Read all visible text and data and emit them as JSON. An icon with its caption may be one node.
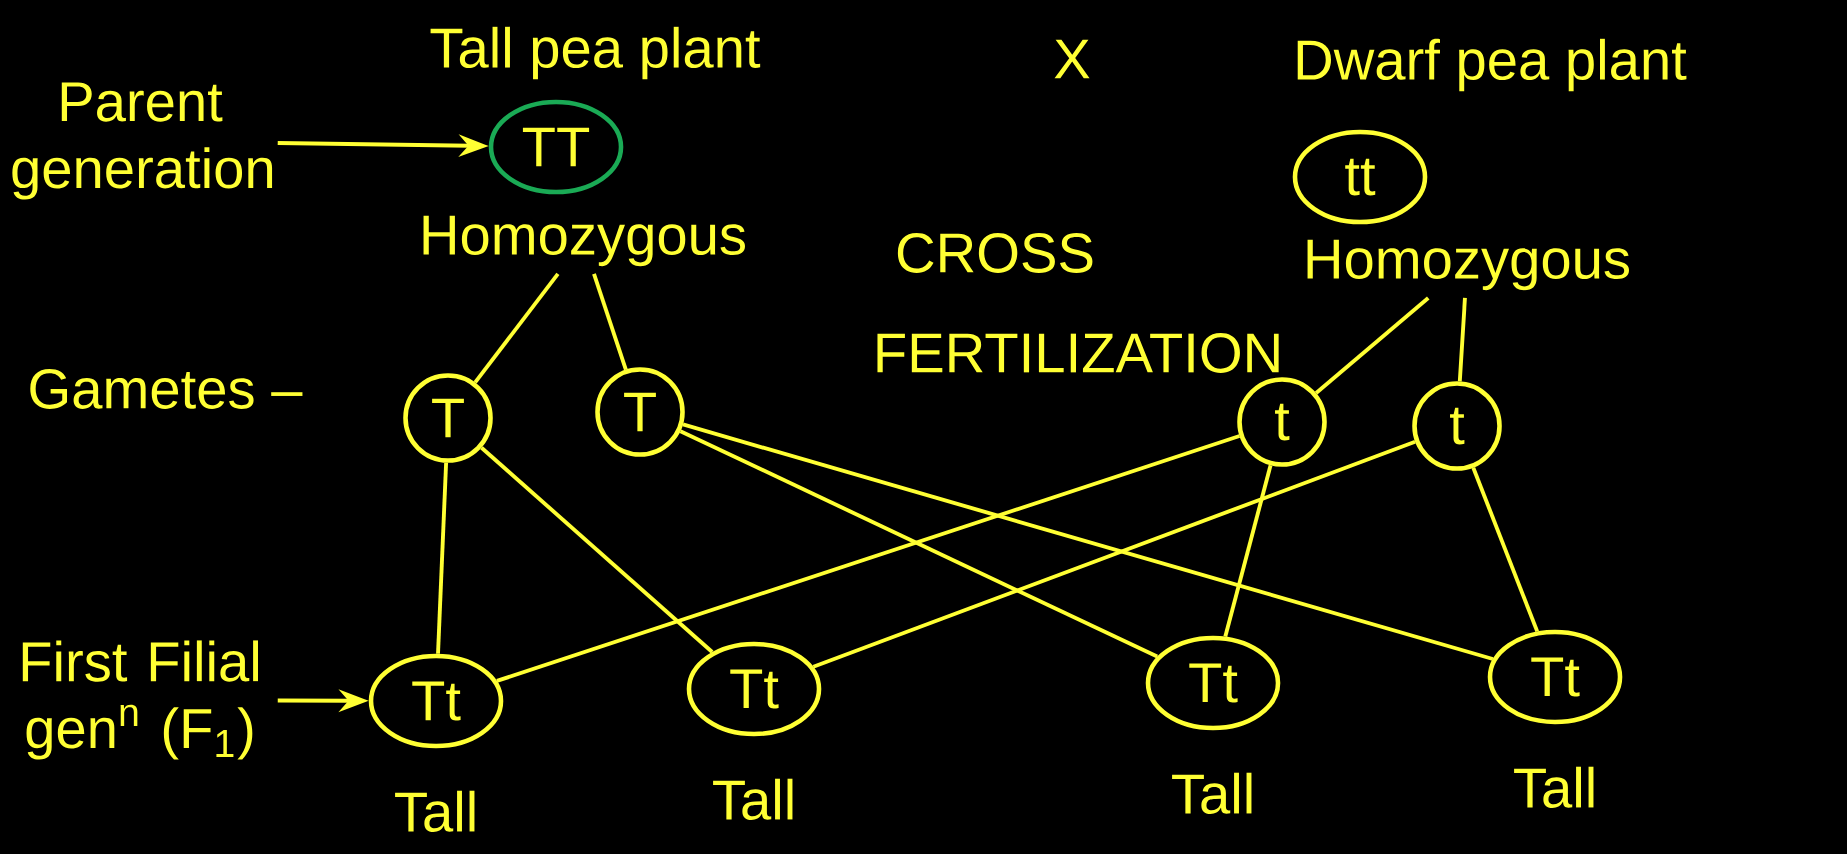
{
  "diagram": {
    "nodes": [
      {
        "text": [
          "Parent generation"
        ]
      },
      {
        "text": [
          "TT"
        ]
      },
      {
        "text": [
          "tt"
        ]
      },
      {
        "text": [
          "Homozygous"
        ]
      },
      {
        "text": [
          "Homozygous"
        ]
      },
      {
        "text": [
          "T"
        ]
      },
      {
        "text": [
          "T"
        ]
      },
      {
        "text": [
          "t"
        ]
      },
      {
        "text": [
          "t"
        ]
      },
      {
        "text": [
          "First Filial gen$^{n}$ (F$_{1}$)"
        ]
      },
      {
        "text": [
          "Tt"
        ],
        "beside": [
          "Tall"
        ]
      },
      {
        "text": [
          "Tt"
        ],
        "beside": [
          "Tall"
        ]
      },
      {
        "text": [
          "Tt"
        ],
        "beside": [
          "Tall"
        ]
      },
      {
        "text": [
          "Tt"
        ],
        "beside": [
          "Tall"
        ]
      }
    ],
    "edges": [
      {
        "from": 0,
        "to": 1,
        "arrow": "to"
      },
      {
        "from": 3,
        "to": 5,
        "arrow": "none"
      },
      {
        "from": 3,
        "to": 6,
        "arrow": "none"
      },
      {
        "from": 4,
        "to": 7,
        "arrow": "none"
      },
      {
        "from": 4,
        "to": 8,
        "arrow": "none"
      },
      {
        "from": 5,
        "to": 10,
        "arrow": "none"
      },
      {
        "from": 7,
        "to": 10,
        "arrow": "none"
      },
      {
        "from": 5,
        "to": 11,
        "arrow": "none"
      },
      {
        "from": 8,
        "to": 11,
        "arrow": "none"
      },
      {
        "from": 6,
        "to": 12,
        "arrow": "none"
      },
      {
        "from": 7,
        "to": 12,
        "arrow": "none"
      },
      {
        "from": 6,
        "to": 13,
        "arrow": "none"
      },
      {
        "from": 8,
        "to": 13,
        "arrow": "none"
      },
      {
        "from": 9,
        "to": 10,
        "arrow": "to"
      }
    ],
    "labels": [
      "Tall pea plant",
      "X",
      "Dwarf pea plant",
      "CROSS",
      "FERTILIZATION",
      "Gametes –"
    ]
  }
}
